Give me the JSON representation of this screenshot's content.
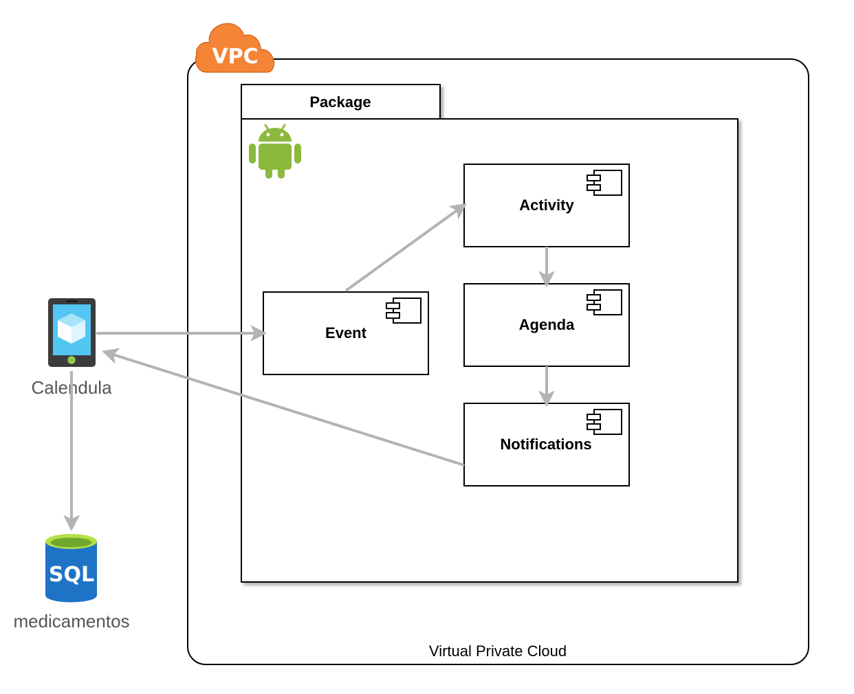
{
  "vpc": {
    "badge": "VPC",
    "caption": "Virtual Private Cloud",
    "badge_color": "#F58536"
  },
  "package": {
    "title": "Package",
    "icon": "android-icon",
    "icon_color": "#8CB93D"
  },
  "components": {
    "activity": "Activity",
    "agenda": "Agenda",
    "event": "Event",
    "notifications": "Notifications",
    "icon": "uml-component-icon"
  },
  "external": {
    "device_label": "Calendula",
    "device_icon": "mobile-app-icon",
    "database_label": "medicamentos",
    "database_badge": "SQL",
    "database_icon": "sql-database-icon",
    "database_color": "#1F73C6"
  },
  "connections": [
    {
      "from": "Calendula",
      "to": "Event"
    },
    {
      "from": "Event",
      "to": "Activity"
    },
    {
      "from": "Activity",
      "to": "Agenda"
    },
    {
      "from": "Agenda",
      "to": "Notifications"
    },
    {
      "from": "Notifications",
      "to": "Calendula"
    },
    {
      "from": "Calendula",
      "to": "medicamentos"
    }
  ],
  "colors": {
    "arrow": "#B3B3B3",
    "outline": "#000000"
  }
}
